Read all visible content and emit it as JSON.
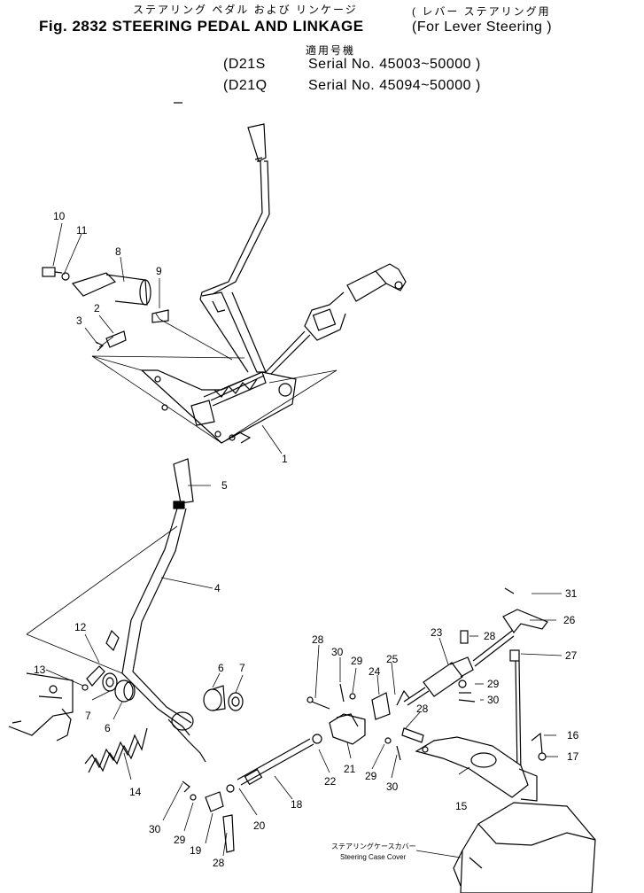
{
  "header": {
    "title_jp": "ステアリング ペダル および リンケージ",
    "title_en": "Fig. 2832 STEERING PEDAL AND LINKAGE",
    "variant_jp": "( レバー ステアリング用",
    "variant_en": "(For Lever Steering )",
    "applicable_jp": "適用号機",
    "model1_name": "(D21S",
    "model1_serial": "Serial No. 45003~50000 )",
    "model2_name": "(D21Q",
    "model2_serial": "Serial No. 45094~50000 )"
  },
  "callouts": [
    "1",
    "2",
    "3",
    "4",
    "5",
    "6",
    "6",
    "7",
    "7",
    "8",
    "9",
    "10",
    "11",
    "12",
    "13",
    "14",
    "15",
    "16",
    "17",
    "18",
    "19",
    "20",
    "21",
    "22",
    "23",
    "24",
    "25",
    "26",
    "27",
    "28",
    "28",
    "28",
    "28",
    "29",
    "29",
    "29",
    "29",
    "30",
    "30",
    "30",
    "30",
    "31"
  ],
  "steering_case_cover": {
    "label_jp": "ステアリングケースカバー",
    "label_en": "Steering Case Cover"
  }
}
